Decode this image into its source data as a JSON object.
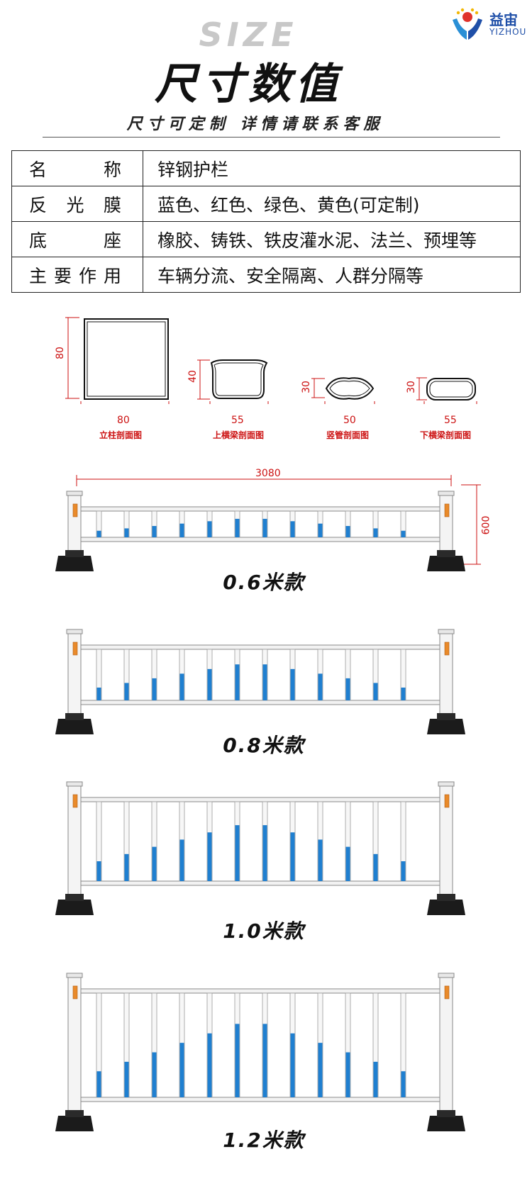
{
  "header": {
    "size_word": "SIZE",
    "title": "尺寸数值",
    "subtitle": "尺寸可定制  详情请联系客服",
    "brand_cn": "益宙",
    "brand_en": "YIZHOU"
  },
  "spec_table": [
    {
      "label": "名称",
      "value": "锌钢护栏"
    },
    {
      "label": "反光膜",
      "value": "蓝色、红色、绿色、黄色(可定制)"
    },
    {
      "label": "底座",
      "value": "橡胶、铸铁、铁皮灌水泥、法兰、预埋等"
    },
    {
      "label": "主要作用",
      "value": "车辆分流、安全隔离、人群分隔等"
    }
  ],
  "sections": [
    {
      "name": "立柱剖面图",
      "width": "80",
      "height": "80"
    },
    {
      "name": "上横梁剖面图",
      "width": "55",
      "height": "40"
    },
    {
      "name": "竖管剖面图",
      "width": "50",
      "height": "30"
    },
    {
      "name": "下横梁剖面图",
      "width": "55",
      "height": "30"
    }
  ],
  "fence_dims": {
    "length": "3080",
    "height": "600"
  },
  "models": [
    {
      "label": "0.6米款"
    },
    {
      "label": "0.8米款"
    },
    {
      "label": "1.0米款"
    },
    {
      "label": "1.2米款"
    }
  ],
  "colors": {
    "accent_blue": "#1f7fd0",
    "dim_red": "#cc1111",
    "base_black": "#1b1b1b"
  }
}
